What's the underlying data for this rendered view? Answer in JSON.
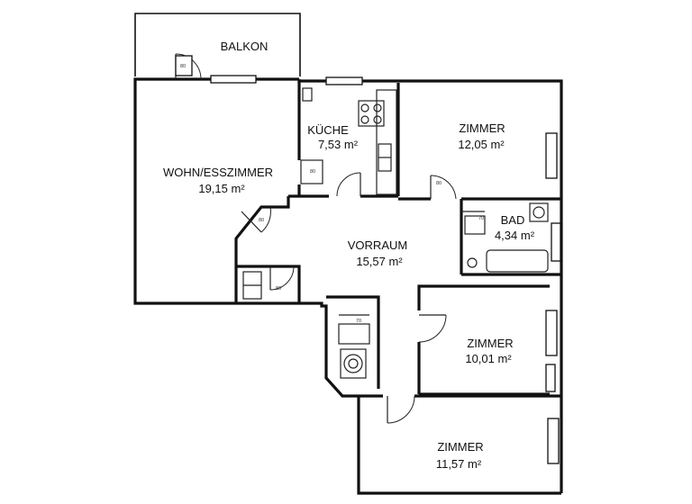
{
  "rooms": {
    "balkon": {
      "name": "BALKON"
    },
    "wohn": {
      "name": "WOHN/ESSZIMMER",
      "area": "19,15 m²"
    },
    "kueche": {
      "name": "KÜCHE",
      "area": "7,53 m²"
    },
    "zimmer_ne": {
      "name": "ZIMMER",
      "area": "12,05 m²"
    },
    "bad": {
      "name": "BAD",
      "area": "4,34 m²"
    },
    "vorraum": {
      "name": "VORRAUM",
      "area": "15,57 m²"
    },
    "zimmer_e": {
      "name": "ZIMMER",
      "area": "10,01 m²"
    },
    "zimmer_s": {
      "name": "ZIMMER",
      "area": "11,57 m²"
    }
  }
}
